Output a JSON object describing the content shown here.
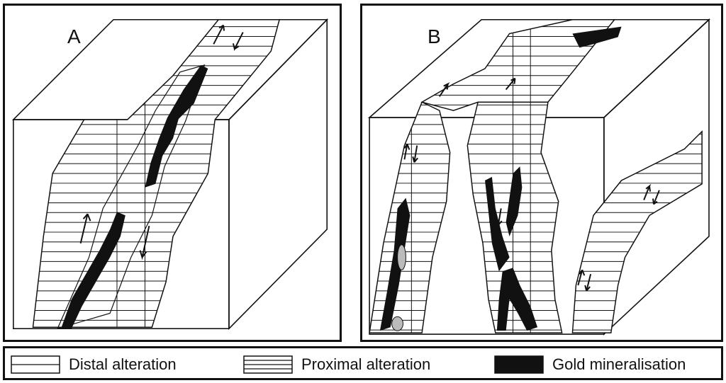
{
  "panels": [
    {
      "label": "A"
    },
    {
      "label": "B"
    }
  ],
  "legend": {
    "items": [
      {
        "label": "Distal alteration",
        "pattern": "distal"
      },
      {
        "label": "Proximal alteration",
        "pattern": "proximal"
      },
      {
        "label": "Gold mineralisation",
        "pattern": "gold"
      }
    ]
  },
  "colors": {
    "ink": "#111111",
    "gold_fill": "#111111",
    "minor_fill": "#bbbbbb",
    "background": "#ffffff"
  }
}
